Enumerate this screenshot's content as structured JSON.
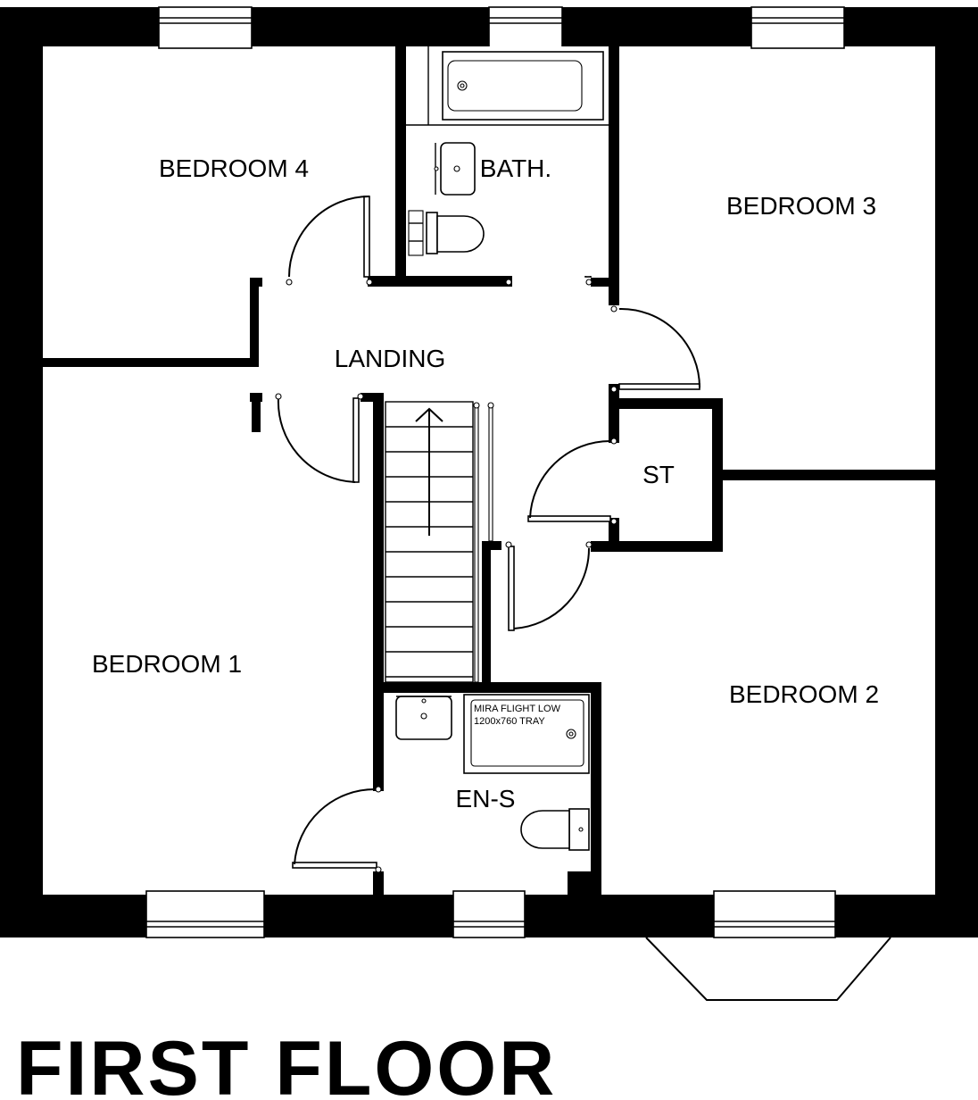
{
  "title": "FIRST FLOOR",
  "rooms": {
    "bedroom4": "BEDROOM 4",
    "bath": "BATH.",
    "bedroom3": "BEDROOM 3",
    "landing": "LANDING",
    "st": "ST",
    "bedroom1": "BEDROOM 1",
    "bedroom2": "BEDROOM 2",
    "ensuite": "EN-S"
  },
  "annotations": {
    "tray_line1": "MIRA FLIGHT LOW",
    "tray_line2": "1200x760 TRAY"
  }
}
